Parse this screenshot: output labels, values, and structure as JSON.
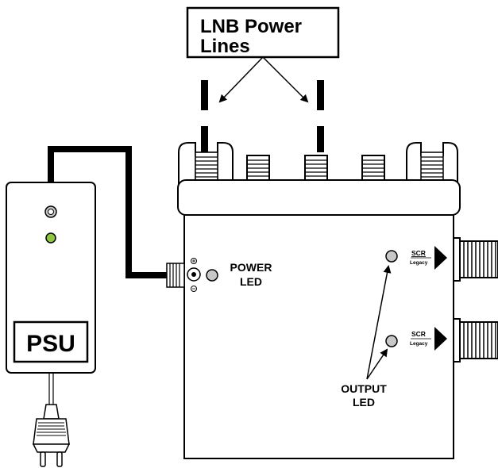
{
  "callout": {
    "line1": "LNB Power",
    "line2": "Lines"
  },
  "psu": {
    "label": "PSU"
  },
  "power_led": {
    "line1": "POWER",
    "line2": "LED"
  },
  "output_led": {
    "line1": "OUTPUT",
    "line2": "LED"
  },
  "outputs": [
    {
      "top": "SCR",
      "bottom": "Legacy"
    },
    {
      "top": "SCR",
      "bottom": "Legacy"
    }
  ],
  "colors": {
    "psu_led": "#8dc63f",
    "indicator_led": "#c8c8c8",
    "line": "#000000",
    "background": "#ffffff"
  }
}
